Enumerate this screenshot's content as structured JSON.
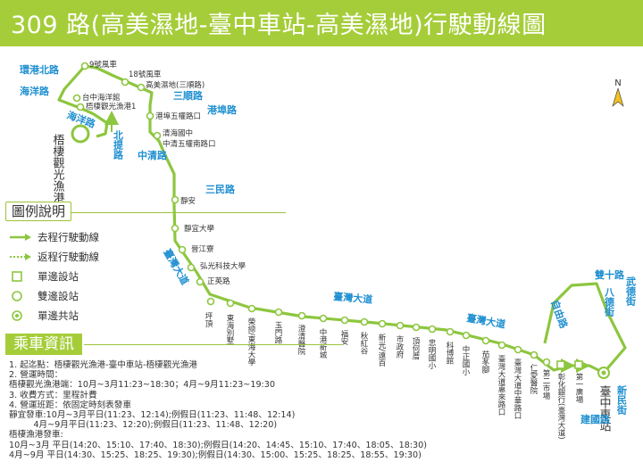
{
  "title": "309 路(高美濕地-臺中車站-高美濕地)行駛動線圖",
  "colors": {
    "header_bg": "#a5cd39",
    "route_line": "#8dc63f",
    "road_label": "#1e8fd0"
  },
  "compass": {
    "label": "N"
  },
  "stops": {
    "s1": "9號風車",
    "s2": "18號風車",
    "s3": "高美濕地(三順路)",
    "s4": "台中海洋館",
    "s5": "梧棲觀光漁港1",
    "s6": "港埠五權路口",
    "s7": "清海國中",
    "s8": "中清五權南路口",
    "s9": "梧棲觀光漁港",
    "s10": "靜安",
    "s11": "靜宜大學",
    "s12": "晉江寮",
    "s13": "弘光科技大學",
    "s14": "正英路",
    "s15": "坪頂",
    "s16": "東海別墅",
    "s17": "榮總/東海大學",
    "s18": "玉門路",
    "s19": "澄清醫院",
    "s20": "中港新城",
    "s21": "福安",
    "s22": "秋紅谷",
    "s23": "新光/遠百",
    "s24": "市政府",
    "s25": "頂何厝",
    "s26": "忠明國小",
    "s27": "科博館",
    "s28": "中正國小",
    "s29": "茄苳腳",
    "s30": "臺灣大道惠來路口",
    "s31": "臺灣大道中華路口",
    "s32": "仁愛醫院",
    "s33": "第二市場",
    "s34": "彰化銀行(臺灣大道)",
    "s35": "第一廣場",
    "s36": "臺中車站"
  },
  "roads": {
    "r1": "環港北路",
    "r2": "海洋路",
    "r3": "海洋路",
    "r4": "北提路",
    "r5": "三順路",
    "r6": "港埠路",
    "r7": "中清路",
    "r8": "三民路",
    "r9": "臺灣大道",
    "r10": "臺灣大道",
    "r11": "臺灣大道",
    "r12": "自由路",
    "r13": "雙十路",
    "r14": "八德街",
    "r15": "武德街",
    "r16": "新民街",
    "r17": "建國路"
  },
  "legend": {
    "title": "圖例說明",
    "outbound": "去程行駛動線",
    "return": "返程行駛動線",
    "single_stop": "單邊設站",
    "double_stop": "雙邊設站",
    "shared_stop": "單邊共站"
  },
  "info": {
    "title": "乘車資訊",
    "lines": [
      "1. 起迄點：梧棲觀光漁港-臺中車站-梧棲觀光漁港",
      "2. 營運時間：",
      "梧棲觀光漁港端：10月~3月11:23~18:30；4月~9月11:23~19:30",
      "3. 收費方式：里程計費",
      "4. 營運班距：依固定時刻表發車",
      "靜宜發車:10月~3月平日(11:23、12:14);例假日(11:23、11:48、12:14)",
      "         4月~9月平日(11:23、12:20);例假日(11:23、11:48、12:20)",
      "梧棲漁港發車:",
      "10月~3月 平日(14:20、15:10、17:40、18:30);例假日(14:20、14:45、15:10、17:40、18:05、18:30)",
      "4月~9月 平日(14:30、15:25、18:25、19:30);例假日(14:30、15:00、15:25、18:25、18:55、19:30)"
    ]
  }
}
